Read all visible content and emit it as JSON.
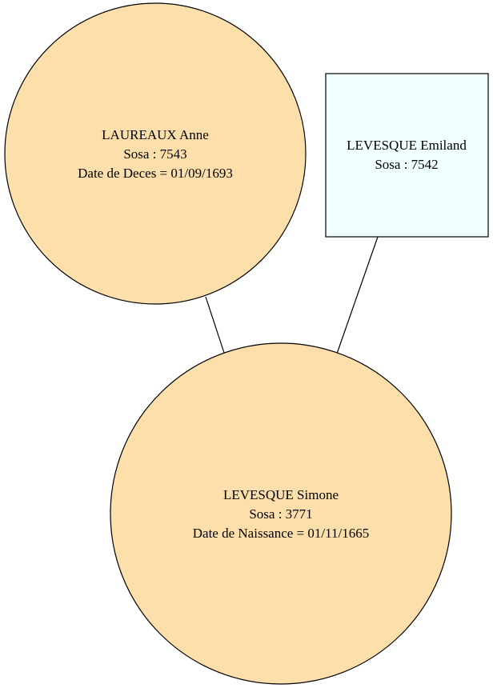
{
  "colors": {
    "female_fill": "#fddfab",
    "male_fill": "#f0ffff",
    "stroke": "#000000",
    "background": "#ffffff"
  },
  "nodes": {
    "mother": {
      "shape": "circle",
      "name": "LAUREAUX Anne",
      "sosa": "Sosa : 7543",
      "date": "Date de Deces = 01/09/1693"
    },
    "father": {
      "shape": "box",
      "name": "LEVESQUE Emiland",
      "sosa": "Sosa : 7542"
    },
    "child": {
      "shape": "circle",
      "name": "LEVESQUE Simone",
      "sosa": "Sosa : 3771",
      "date": "Date de Naissance = 01/11/1665"
    }
  },
  "edges": [
    {
      "from": "mother",
      "to": "child"
    },
    {
      "from": "father",
      "to": "child"
    }
  ]
}
